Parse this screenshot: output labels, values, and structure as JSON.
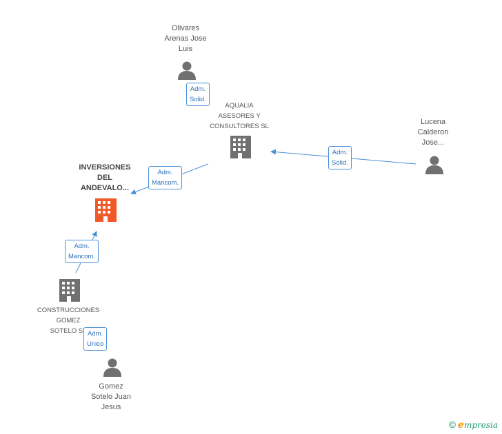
{
  "nodes": {
    "olivares": {
      "lines": [
        "Olivares",
        "Arenas Jose",
        "Luis"
      ]
    },
    "aqualia": {
      "lines": [
        "AQUALIA",
        "ASESORES Y",
        "CONSULTORES SL"
      ]
    },
    "lucena": {
      "lines": [
        "Lucena",
        "Calderon",
        "Jose..."
      ]
    },
    "inversiones": {
      "lines": [
        "INVERSIONES",
        "DEL",
        "ANDEVALO..."
      ]
    },
    "construcciones": {
      "lines": [
        "CONSTRUCCIONES",
        "GOMEZ",
        "SOTELO SL"
      ]
    },
    "gomez": {
      "lines": [
        "Gomez",
        "Sotelo Juan",
        "Jesus"
      ]
    }
  },
  "roles": {
    "olivares_aqualia": [
      "Adm.",
      "Solid."
    ],
    "lucena_aqualia": [
      "Adm.",
      "Solid."
    ],
    "aqualia_inversiones": [
      "Adm.",
      "Mancom."
    ],
    "construcciones_inversiones": [
      "Adm.",
      "Mancom."
    ],
    "gomez_construcciones": [
      "Adm.",
      "Unico"
    ]
  },
  "colors": {
    "company": "#707070",
    "company_main": "#f05a28",
    "person": "#707070",
    "edge": "#4a90d9"
  },
  "brand": {
    "copyright": "©",
    "first_letter": "e",
    "rest": "mpresia"
  }
}
